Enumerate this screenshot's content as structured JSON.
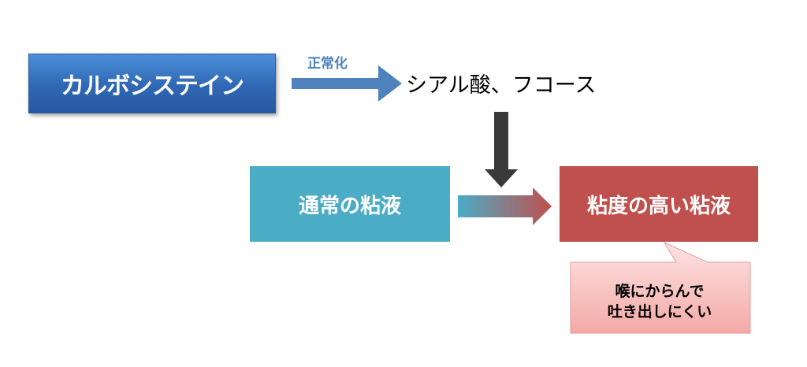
{
  "nodes": {
    "carbocysteine": "カルボシステイン",
    "sialic_fucose": "シアル酸、フコース",
    "normal_mucus": "通常の粘液",
    "viscous_mucus": "粘度の高い粘液"
  },
  "edges": {
    "normalize_label": "正常化"
  },
  "callout": {
    "line1": "喉にからんで",
    "line2": "吐き出しにくい"
  },
  "colors": {
    "blue_box": "#2f67b4",
    "arrow_blue": "#4f81bd",
    "teal_box": "#4bacc6",
    "red_box": "#c0504d",
    "dark_arrow": "#3a3a3a",
    "callout_fill": "#f6b3b1"
  }
}
